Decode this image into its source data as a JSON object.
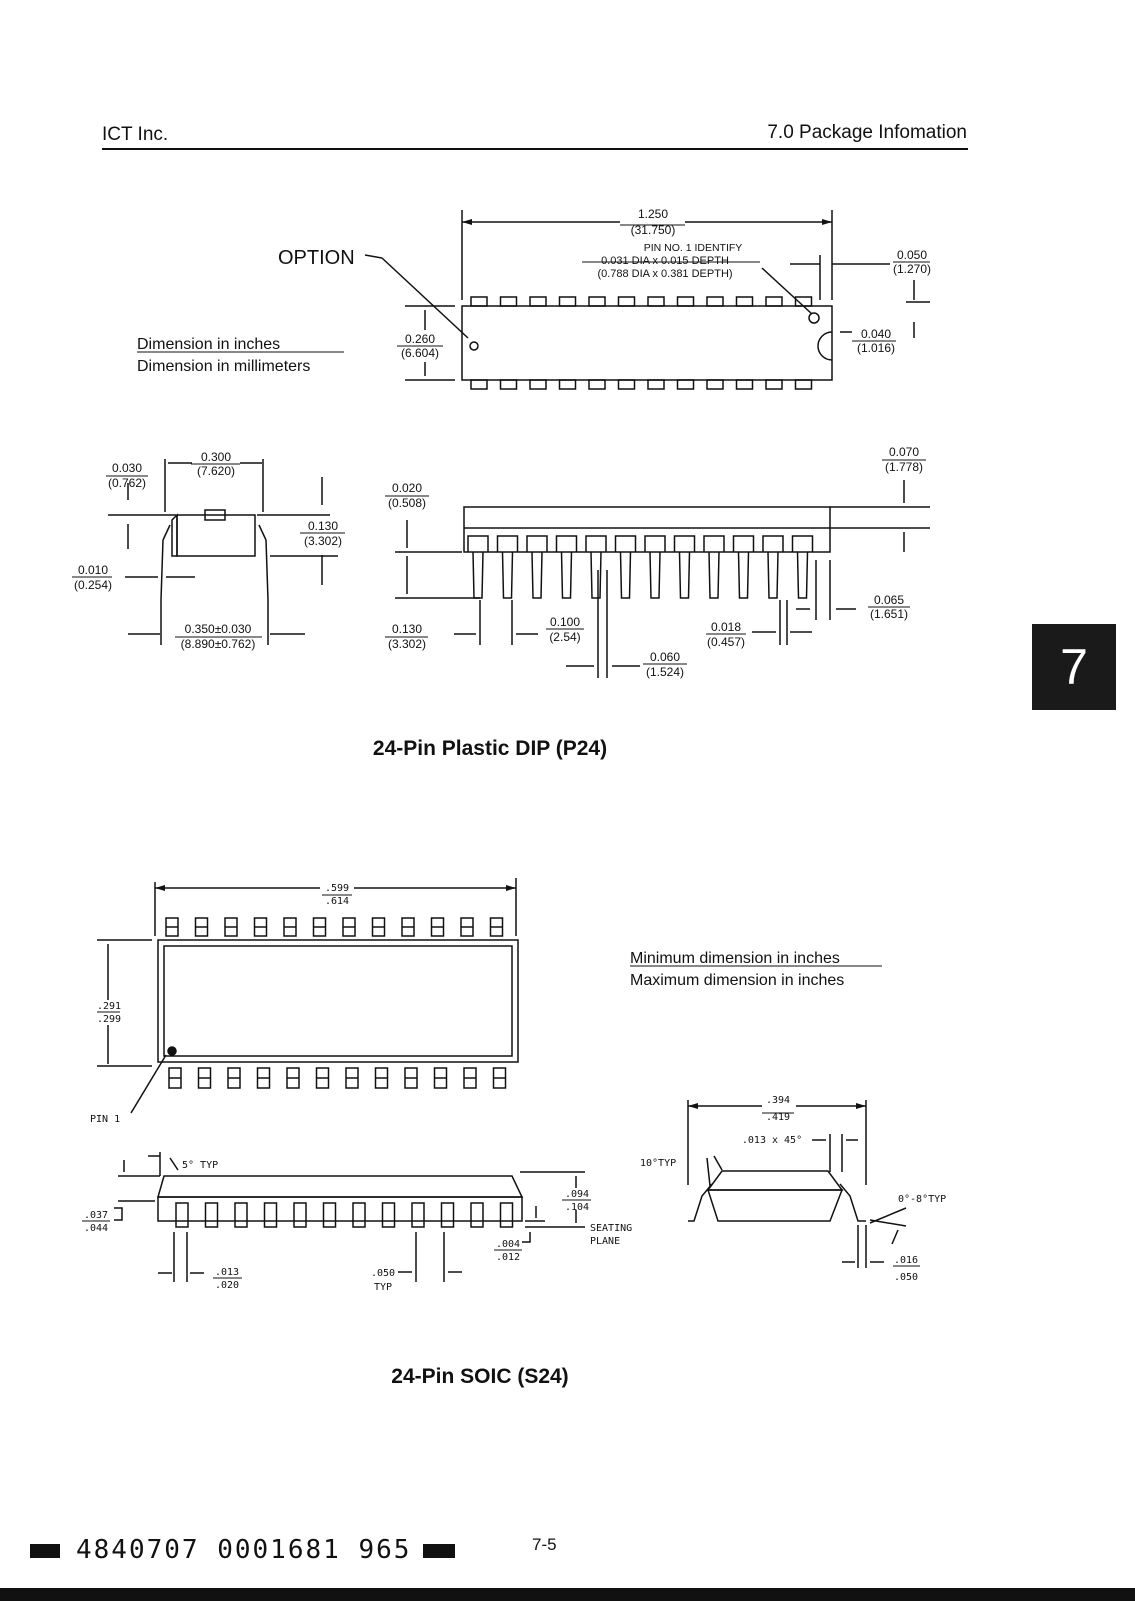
{
  "header": {
    "company": "ICT Inc.",
    "section": "7.0 Package Infomation"
  },
  "tab": {
    "label": "7"
  },
  "dip": {
    "caption": "24-Pin Plastic DIP (P24)",
    "legend_inches": "Dimension in inches",
    "legend_mm": "Dimension in millimeters",
    "option": "OPTION",
    "pin1_line1": "PIN NO. 1 IDENTIFY",
    "pin1_line2": "0.031 DIA x 0.015 DEPTH",
    "pin1_line3": "(0.788 DIA x 0.381 DEPTH)",
    "length_in": "1.250",
    "length_mm": "(31.750)",
    "end_in": "0.050",
    "end_mm": "(1.270)",
    "width_in": "0.260",
    "width_mm": "(6.604)",
    "notch_in": "0.040",
    "notch_mm": "(1.016)",
    "side_a_in": "0.030",
    "side_a_mm": "(0.762)",
    "side_b_in": "0.300",
    "side_b_mm": "(7.620)",
    "side_c_in": "0.130",
    "side_c_mm": "(3.302)",
    "lead_t_in": "0.010",
    "lead_t_mm": "(0.254)",
    "span_in": "0.350±0.030",
    "span_mm": "(8.890±0.762)",
    "stand_in": "0.020",
    "stand_mm": "(0.508)",
    "body_t_in": "0.070",
    "body_t_mm": "(1.778)",
    "lead_len_in": "0.130",
    "lead_len_mm": "(3.302)",
    "pitch_in": "0.100",
    "pitch_mm": "(2.54)",
    "shoulder_in": "0.060",
    "shoulder_mm": "(1.524)",
    "lead_w_in": "0.018",
    "lead_w_mm": "(0.457)",
    "upper_w_in": "0.065",
    "upper_w_mm": "(1.651)"
  },
  "soic": {
    "caption": "24-Pin SOIC (S24)",
    "legend_min": "Minimum dimension in inches",
    "legend_max": "Maximum dimension in inches",
    "len_min": ".599",
    "len_max": ".614",
    "w_min": ".291",
    "w_max": ".299",
    "pin1": "PIN 1",
    "typ5": "5° TYP",
    "h_min": ".094",
    "h_max": ".104",
    "stand_min": ".037",
    "stand_max": ".044",
    "seat_1": "SEATING",
    "seat_2": "PLANE",
    "off_min": ".004",
    "off_max": ".012",
    "lw_min": ".013",
    "lw_max": ".020",
    "pitch": ".050",
    "pitch_typ": "TYP",
    "span_min": ".394",
    "span_max": ".419",
    "chamfer": ".013 x 45°",
    "typ10": "10°TYP",
    "foot_ang": "0°-8°TYP",
    "foot_min": ".016",
    "foot_max": ".050"
  },
  "footer": {
    "code": "4840707 0001681 965",
    "page": "7-5"
  }
}
